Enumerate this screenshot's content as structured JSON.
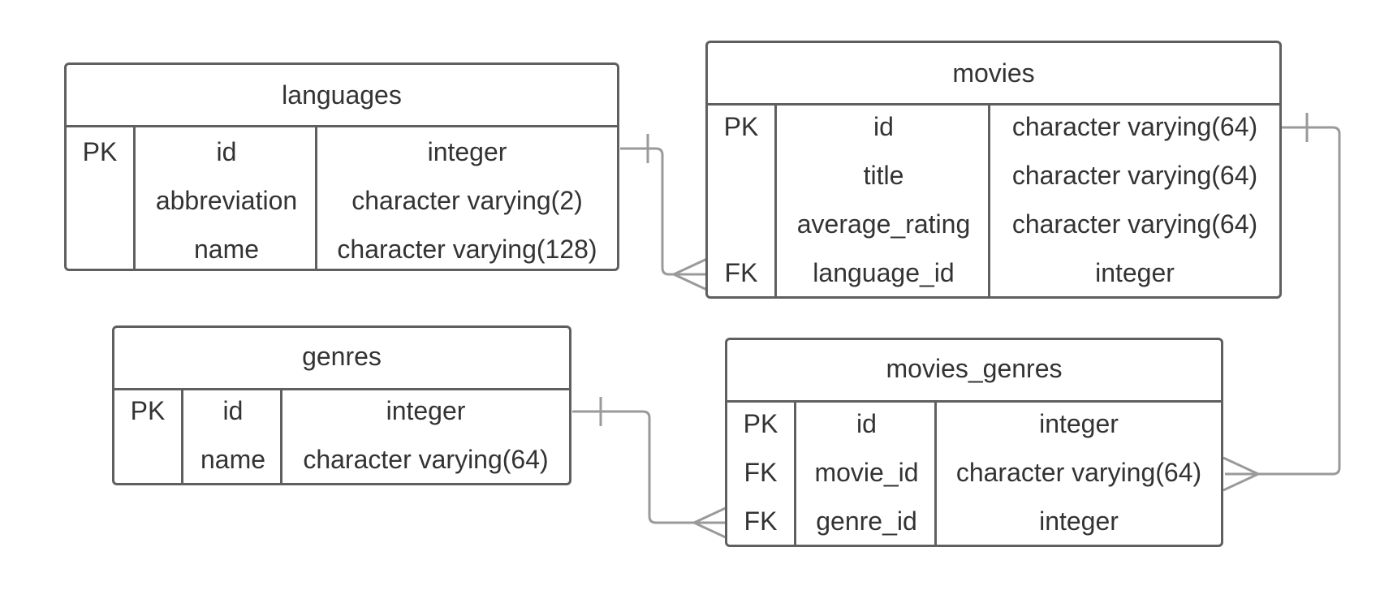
{
  "colors": {
    "border": "#5f5f5f",
    "connector": "#9a9a9a",
    "text": "#333333"
  },
  "tables": {
    "languages": {
      "name": "languages",
      "rows": [
        {
          "key": "PK",
          "column": "id",
          "type": "integer"
        },
        {
          "key": "",
          "column": "abbreviation",
          "type": "character varying(2)"
        },
        {
          "key": "",
          "column": "name",
          "type": "character varying(128)"
        }
      ]
    },
    "movies": {
      "name": "movies",
      "rows": [
        {
          "key": "PK",
          "column": "id",
          "type": "character varying(64)"
        },
        {
          "key": "",
          "column": "title",
          "type": "character varying(64)"
        },
        {
          "key": "",
          "column": "average_rating",
          "type": "character varying(64)"
        },
        {
          "key": "FK",
          "column": "language_id",
          "type": "integer"
        }
      ]
    },
    "genres": {
      "name": "genres",
      "rows": [
        {
          "key": "PK",
          "column": "id",
          "type": "integer"
        },
        {
          "key": "",
          "column": "name",
          "type": "character varying(64)"
        }
      ]
    },
    "movies_genres": {
      "name": "movies_genres",
      "rows": [
        {
          "key": "PK",
          "column": "id",
          "type": "integer"
        },
        {
          "key": "FK",
          "column": "movie_id",
          "type": "character varying(64)"
        },
        {
          "key": "FK",
          "column": "genre_id",
          "type": "integer"
        }
      ]
    }
  },
  "relationships": [
    {
      "from": "languages.id",
      "to": "movies.language_id",
      "from_end": "one",
      "to_end": "many"
    },
    {
      "from": "movies.id",
      "to": "movies_genres.movie_id",
      "from_end": "one",
      "to_end": "many"
    },
    {
      "from": "genres.id",
      "to": "movies_genres.genre_id",
      "from_end": "one",
      "to_end": "many"
    }
  ]
}
